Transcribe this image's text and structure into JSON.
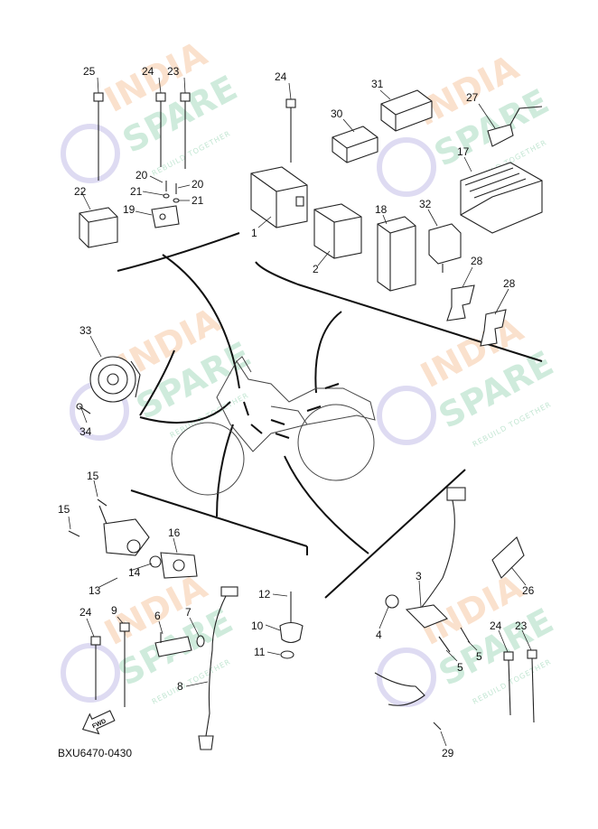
{
  "diagram_code": "BXU6470-0430",
  "fwd_label": "FWD",
  "watermark": {
    "line1": "INDIA",
    "line2": "SPARE",
    "tagline": "REBUILD TOGETHER",
    "colors": {
      "orange": "#f6c9a6",
      "green": "#a9dcc0",
      "purple": "#c8c3ea"
    }
  },
  "callouts": {
    "c25": "25",
    "c24a": "24",
    "c23a": "23",
    "c24b": "24",
    "c31": "31",
    "c30": "30",
    "c27": "27",
    "c20a": "20",
    "c20b": "20",
    "c21a": "21",
    "c21b": "21",
    "c19": "19",
    "c22": "22",
    "c17": "17",
    "c1": "1",
    "c2": "2",
    "c18": "18",
    "c32": "32",
    "c28a": "28",
    "c28b": "28",
    "c33": "33",
    "c34": "34",
    "c15a": "15",
    "c15b": "15",
    "c16": "16",
    "c14": "14",
    "c13": "13",
    "c24c": "24",
    "c9": "9",
    "c6": "6",
    "c7": "7",
    "c8": "8",
    "c12": "12",
    "c10": "10",
    "c11": "11",
    "c3": "3",
    "c4": "4",
    "c5a": "5",
    "c5b": "5",
    "c26": "26",
    "c24d": "24",
    "c23b": "23",
    "c29": "29"
  }
}
